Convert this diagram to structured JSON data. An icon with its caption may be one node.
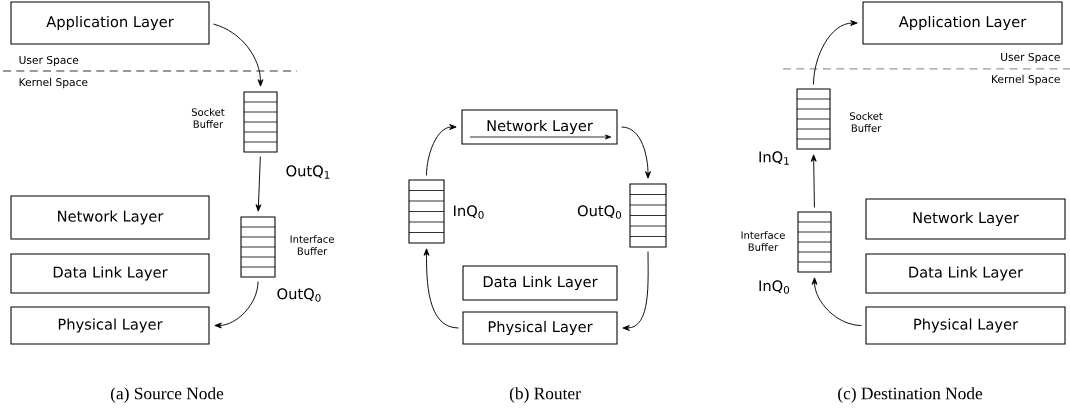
{
  "diagram": {
    "nodes": [
      {
        "text": [
          "Application Layer"
        ]
      },
      {
        "text": [],
        "shape": "queue",
        "beside": [
          "Socket Buffer",
          "OutQ$_{1}$"
        ]
      },
      {
        "text": [
          "Network Layer"
        ]
      },
      {
        "text": [],
        "shape": "queue",
        "beside": [
          "Interface Buffer",
          "OutQ$_{0}$"
        ]
      },
      {
        "text": [
          "Data Link Layer"
        ]
      },
      {
        "text": [
          "Physical Layer"
        ]
      },
      {
        "text": [
          "Network Layer"
        ]
      },
      {
        "text": [],
        "shape": "queue",
        "beside": [
          "InQ$_{0}$"
        ]
      },
      {
        "text": [],
        "shape": "queue",
        "beside": [
          "OutQ$_{0}$"
        ]
      },
      {
        "text": [
          "Data Link Layer"
        ]
      },
      {
        "text": [
          "Physical Layer"
        ]
      },
      {
        "text": [
          "Application Layer"
        ]
      },
      {
        "text": [],
        "shape": "queue",
        "beside": [
          "Socket Buffer",
          "InQ$_{1}$"
        ]
      },
      {
        "text": [
          "Network Layer"
        ]
      },
      {
        "text": [],
        "shape": "queue",
        "beside": [
          "Interface Buffer",
          "InQ$_{0}$"
        ]
      },
      {
        "text": [
          "Data Link Layer"
        ]
      },
      {
        "text": [
          "Physical Layer"
        ]
      }
    ],
    "edges": [
      {
        "from": 0,
        "to": 1,
        "arrow": "to"
      },
      {
        "from": 1,
        "to": 3,
        "arrow": "to"
      },
      {
        "from": 3,
        "to": 5,
        "arrow": "to"
      },
      {
        "from": 10,
        "to": 7,
        "arrow": "to"
      },
      {
        "from": 7,
        "to": 6,
        "arrow": "to"
      },
      {
        "from": 6,
        "to": 8,
        "arrow": "to"
      },
      {
        "from": 8,
        "to": 10,
        "arrow": "to"
      },
      {
        "from": 16,
        "to": 14,
        "arrow": "to"
      },
      {
        "from": 14,
        "to": 12,
        "arrow": "to"
      },
      {
        "from": 12,
        "to": 11,
        "arrow": "to"
      }
    ],
    "labels": [
      "User Space",
      "Kernel Space",
      "(a) Source Node",
      "(b) Router",
      "User Space",
      "Kernel Space",
      "(c) Destination Node"
    ]
  }
}
